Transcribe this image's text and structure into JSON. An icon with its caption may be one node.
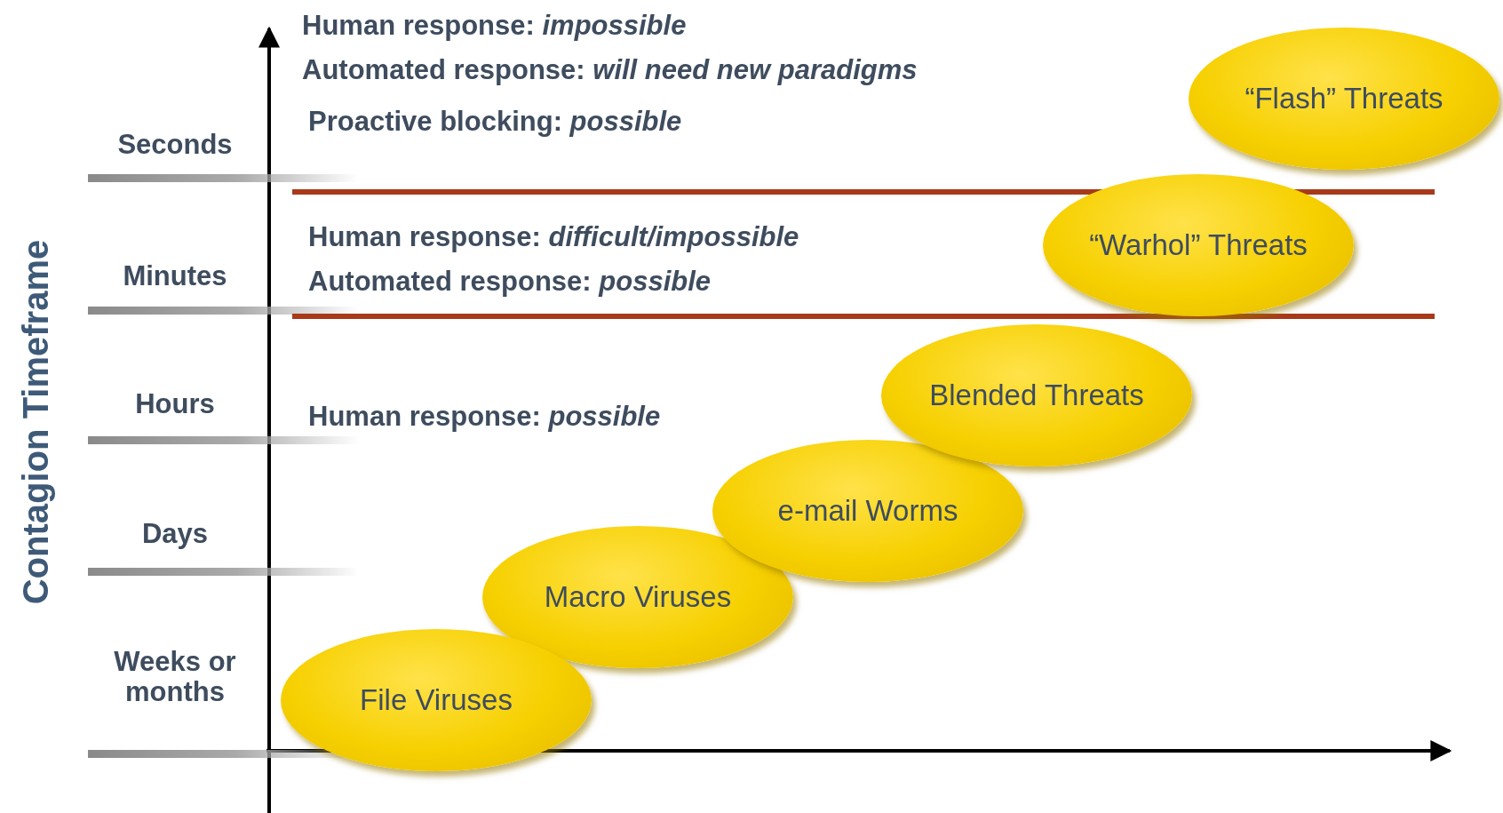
{
  "diagram": {
    "nodes": [
      {
        "text": [
          "File Viruses"
        ]
      },
      {
        "text": [
          "Macro Viruses"
        ]
      },
      {
        "text": [
          "e-mail Worms"
        ]
      },
      {
        "text": [
          "Blended Threats"
        ]
      },
      {
        "text": [
          "“Warhol” Threats"
        ]
      },
      {
        "text": [
          "“Flash” Threats"
        ]
      }
    ],
    "labels": [
      "Contagion Timeframe",
      "Human response: *impossible*",
      "Automated response: *will need new paradigms*",
      "Proactive blocking: *possible*",
      "Seconds",
      "Human response: *difficult/impossible*",
      "Automated response: *possible*",
      "Minutes",
      "Hours",
      "Human response: *possible*",
      "Days",
      "Weeks or months"
    ]
  }
}
